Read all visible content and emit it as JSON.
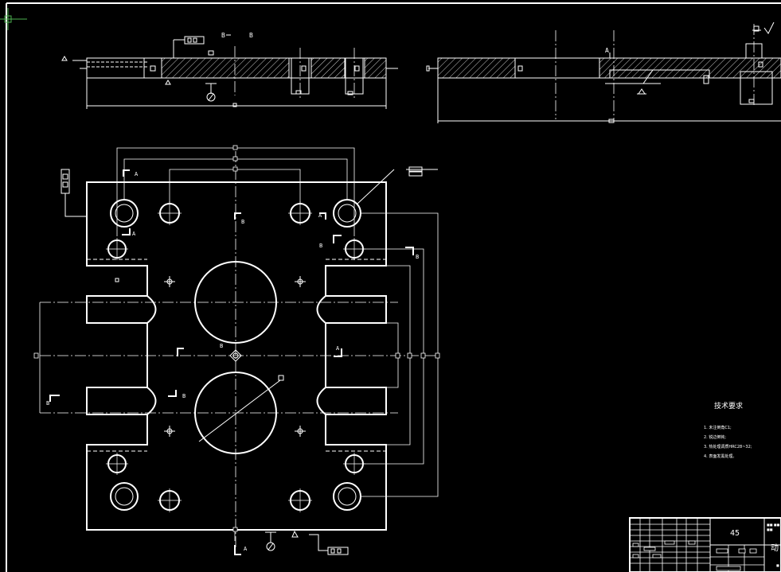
{
  "title": "CAD drawing viewer",
  "markers": {
    "section_b": "B",
    "section_a": "A",
    "material": "45"
  },
  "technical_requirements": {
    "heading": "技术要求",
    "items": [
      "1. 未注倒角C1;",
      "2. 锐边倒钝;",
      "3. 热处理调质HRC28~32;",
      "4. 表面发黑处理。"
    ]
  },
  "title_block": {
    "material_value": "45",
    "part_name_partial": "动"
  },
  "colors": {
    "background": "#000000",
    "linework": "#ffffff",
    "hatch": "#ffffff",
    "cursor": "#4caf50"
  },
  "icons": [
    "crosshair-cursor-icon",
    "surface-roughness-icon",
    "datum-flag-icon"
  ]
}
